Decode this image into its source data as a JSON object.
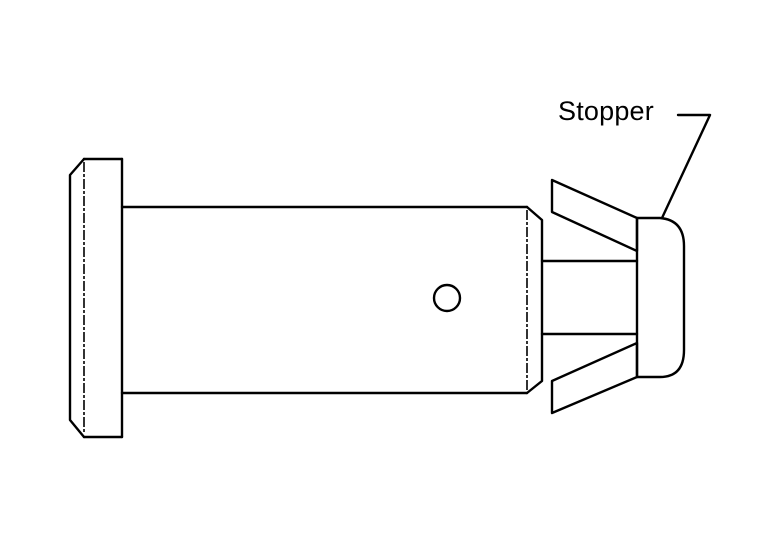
{
  "diagram": {
    "type": "technical-line-drawing",
    "subject": "pin with collet and stopper",
    "callouts": [
      {
        "label": "Stopper",
        "target": "stopper"
      }
    ],
    "parts": [
      "flange",
      "shaft",
      "hole",
      "collet-fins",
      "neck",
      "stopper"
    ],
    "colors": {
      "line": "#000000",
      "background": "#ffffff"
    }
  }
}
